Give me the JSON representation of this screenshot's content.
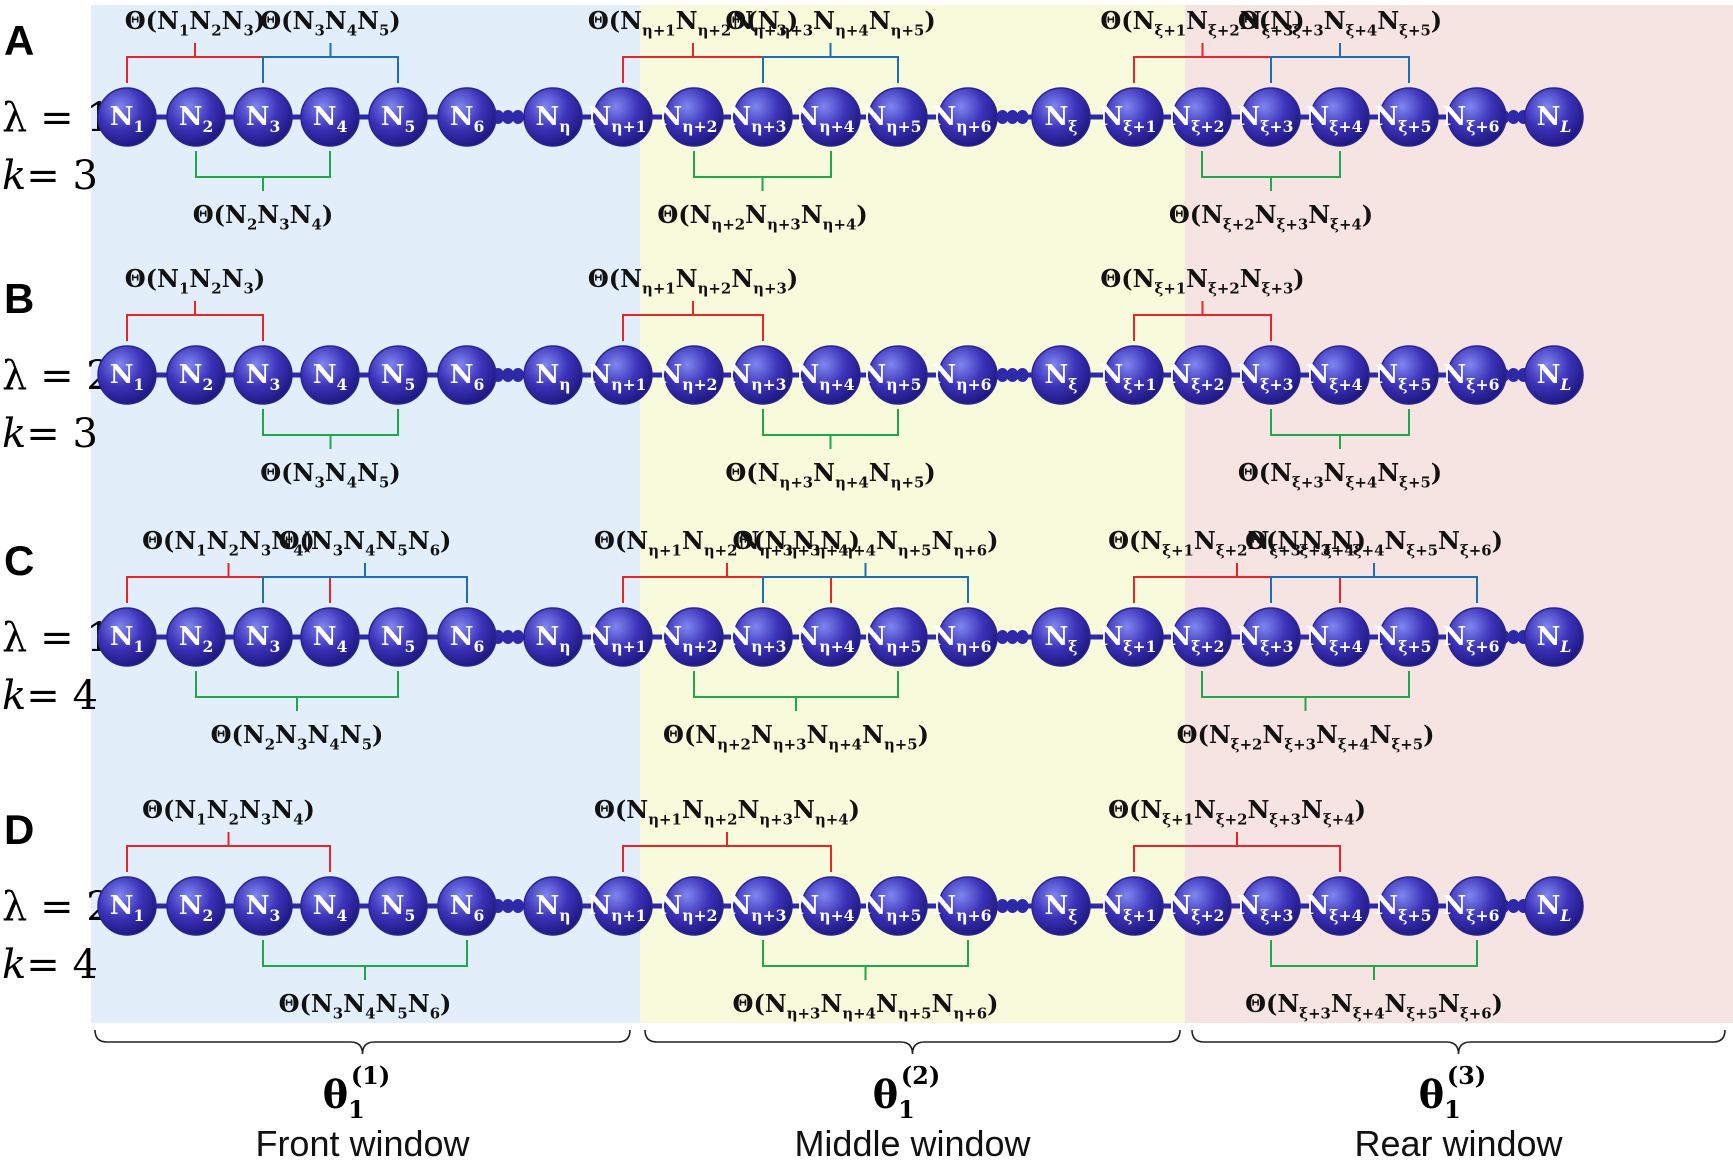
{
  "colors": {
    "front_bg": "#e2effa",
    "middle_bg": "#f8fadc",
    "rear_bg": "#f6e4e2",
    "node_fill": "#3b32b8",
    "chain": "#2e29a8",
    "red": "#e8262a",
    "blue": "#1c6fb4",
    "green": "#1ea84a"
  },
  "windows": [
    {
      "theta": "θ",
      "sub": "1",
      "sup": "(1)",
      "title": "Front window"
    },
    {
      "theta": "θ",
      "sub": "1",
      "sup": "(2)",
      "title": "Middle window"
    },
    {
      "theta": "θ",
      "sub": "1",
      "sup": "(3)",
      "title": "Rear window"
    }
  ],
  "nodes": [
    {
      "b": "N",
      "s": "1"
    },
    {
      "b": "N",
      "s": "2"
    },
    {
      "b": "N",
      "s": "3"
    },
    {
      "b": "N",
      "s": "4"
    },
    {
      "b": "N",
      "s": "5"
    },
    {
      "b": "N",
      "s": "6"
    },
    {
      "b": "N",
      "s": "η"
    },
    {
      "b": "N",
      "s": "η+1"
    },
    {
      "b": "N",
      "s": "η+2"
    },
    {
      "b": "N",
      "s": "η+3"
    },
    {
      "b": "N",
      "s": "η+4"
    },
    {
      "b": "N",
      "s": "η+5"
    },
    {
      "b": "N",
      "s": "η+6"
    },
    {
      "b": "N",
      "s": "ξ"
    },
    {
      "b": "N",
      "s": "ξ+1"
    },
    {
      "b": "N",
      "s": "ξ+2"
    },
    {
      "b": "N",
      "s": "ξ+3"
    },
    {
      "b": "N",
      "s": "ξ+4"
    },
    {
      "b": "N",
      "s": "ξ+5"
    },
    {
      "b": "N",
      "s": "ξ+6"
    },
    {
      "b": "N",
      "s": "L",
      "italic": true
    }
  ],
  "panels": [
    {
      "label": "A",
      "lambda": "λ = 1",
      "k_sym": "k",
      "k_val": "= 3",
      "brackets": [
        {
          "color": "red",
          "pos": "top",
          "from": 0,
          "to": 2,
          "label": [
            "N1",
            "N2",
            "N3"
          ]
        },
        {
          "color": "blue",
          "pos": "top",
          "from": 2,
          "to": 4,
          "label": [
            "N3",
            "N4",
            "N5"
          ]
        },
        {
          "color": "green",
          "pos": "bottom",
          "from": 1,
          "to": 3,
          "label": [
            "N2",
            "N3",
            "N4"
          ]
        },
        {
          "color": "red",
          "pos": "top",
          "from": 7,
          "to": 9,
          "label": [
            "Nη+1",
            "Nη+2",
            "Nη+3"
          ]
        },
        {
          "color": "blue",
          "pos": "top",
          "from": 9,
          "to": 11,
          "label": [
            "Nη+3",
            "Nη+4",
            "Nη+5"
          ]
        },
        {
          "color": "green",
          "pos": "bottom",
          "from": 8,
          "to": 10,
          "label": [
            "Nη+2",
            "Nη+3",
            "Nη+4"
          ]
        },
        {
          "color": "red",
          "pos": "top",
          "from": 14,
          "to": 16,
          "label": [
            "Nξ+1",
            "Nξ+2",
            "Nξ+3"
          ]
        },
        {
          "color": "blue",
          "pos": "top",
          "from": 16,
          "to": 18,
          "label": [
            "Nξ+3",
            "Nξ+4",
            "Nξ+5"
          ]
        },
        {
          "color": "green",
          "pos": "bottom",
          "from": 15,
          "to": 17,
          "label": [
            "Nξ+2",
            "Nξ+3",
            "Nξ+4"
          ]
        }
      ]
    },
    {
      "label": "B",
      "lambda": "λ = 2",
      "k_sym": "k",
      "k_val": "= 3",
      "brackets": [
        {
          "color": "red",
          "pos": "top",
          "from": 0,
          "to": 2,
          "label": [
            "N1",
            "N2",
            "N3"
          ]
        },
        {
          "color": "green",
          "pos": "bottom",
          "from": 2,
          "to": 4,
          "label": [
            "N3",
            "N4",
            "N5"
          ]
        },
        {
          "color": "red",
          "pos": "top",
          "from": 7,
          "to": 9,
          "label": [
            "Nη+1",
            "Nη+2",
            "Nη+3"
          ]
        },
        {
          "color": "green",
          "pos": "bottom",
          "from": 9,
          "to": 11,
          "label": [
            "Nη+3",
            "Nη+4",
            "Nη+5"
          ]
        },
        {
          "color": "red",
          "pos": "top",
          "from": 14,
          "to": 16,
          "label": [
            "Nξ+1",
            "Nξ+2",
            "Nξ+3"
          ]
        },
        {
          "color": "green",
          "pos": "bottom",
          "from": 16,
          "to": 18,
          "label": [
            "Nξ+3",
            "Nξ+4",
            "Nξ+5"
          ]
        }
      ]
    },
    {
      "label": "C",
      "lambda": "λ = 1",
      "k_sym": "k",
      "k_val": "= 4",
      "brackets": [
        {
          "color": "red",
          "pos": "top",
          "from": 0,
          "to": 3,
          "label": [
            "N1",
            "N2",
            "N3",
            "N4"
          ]
        },
        {
          "color": "blue",
          "pos": "top",
          "from": 2,
          "to": 5,
          "label": [
            "N3",
            "N4",
            "N5",
            "N6"
          ]
        },
        {
          "color": "green",
          "pos": "bottom",
          "from": 1,
          "to": 4,
          "label": [
            "N2",
            "N3",
            "N4",
            "N5"
          ]
        },
        {
          "color": "red",
          "pos": "top",
          "from": 7,
          "to": 10,
          "label": [
            "Nη+1",
            "Nη+2",
            "Nη+3",
            "Nη+4"
          ]
        },
        {
          "color": "blue",
          "pos": "top",
          "from": 9,
          "to": 12,
          "label": [
            "Nη+3",
            "Nη+4",
            "Nη+5",
            "Nη+6"
          ]
        },
        {
          "color": "green",
          "pos": "bottom",
          "from": 8,
          "to": 11,
          "label": [
            "Nη+2",
            "Nη+3",
            "Nη+4",
            "Nη+5"
          ]
        },
        {
          "color": "red",
          "pos": "top",
          "from": 14,
          "to": 17,
          "label": [
            "Nξ+1",
            "Nξ+2",
            "Nξ+3",
            "Nξ+4"
          ]
        },
        {
          "color": "blue",
          "pos": "top",
          "from": 16,
          "to": 19,
          "label": [
            "Nξ+3",
            "Nξ+4",
            "Nξ+5",
            "Nξ+6"
          ]
        },
        {
          "color": "green",
          "pos": "bottom",
          "from": 15,
          "to": 18,
          "label": [
            "Nξ+2",
            "Nξ+3",
            "Nξ+4",
            "Nξ+5"
          ]
        }
      ]
    },
    {
      "label": "D",
      "lambda": "λ = 2",
      "k_sym": "k",
      "k_val": "= 4",
      "brackets": [
        {
          "color": "red",
          "pos": "top",
          "from": 0,
          "to": 3,
          "label": [
            "N1",
            "N2",
            "N3",
            "N4"
          ]
        },
        {
          "color": "green",
          "pos": "bottom",
          "from": 2,
          "to": 5,
          "label": [
            "N3",
            "N4",
            "N5",
            "N6"
          ]
        },
        {
          "color": "red",
          "pos": "top",
          "from": 7,
          "to": 10,
          "label": [
            "Nη+1",
            "Nη+2",
            "Nη+3",
            "Nη+4"
          ]
        },
        {
          "color": "green",
          "pos": "bottom",
          "from": 9,
          "to": 12,
          "label": [
            "Nη+3",
            "Nη+4",
            "Nη+5",
            "Nη+6"
          ]
        },
        {
          "color": "red",
          "pos": "top",
          "from": 14,
          "to": 17,
          "label": [
            "Nξ+1",
            "Nξ+2",
            "Nξ+3",
            "Nξ+4"
          ]
        },
        {
          "color": "green",
          "pos": "bottom",
          "from": 16,
          "to": 19,
          "label": [
            "Nξ+3",
            "Nξ+4",
            "Nξ+5",
            "Nξ+6"
          ]
        }
      ]
    }
  ]
}
